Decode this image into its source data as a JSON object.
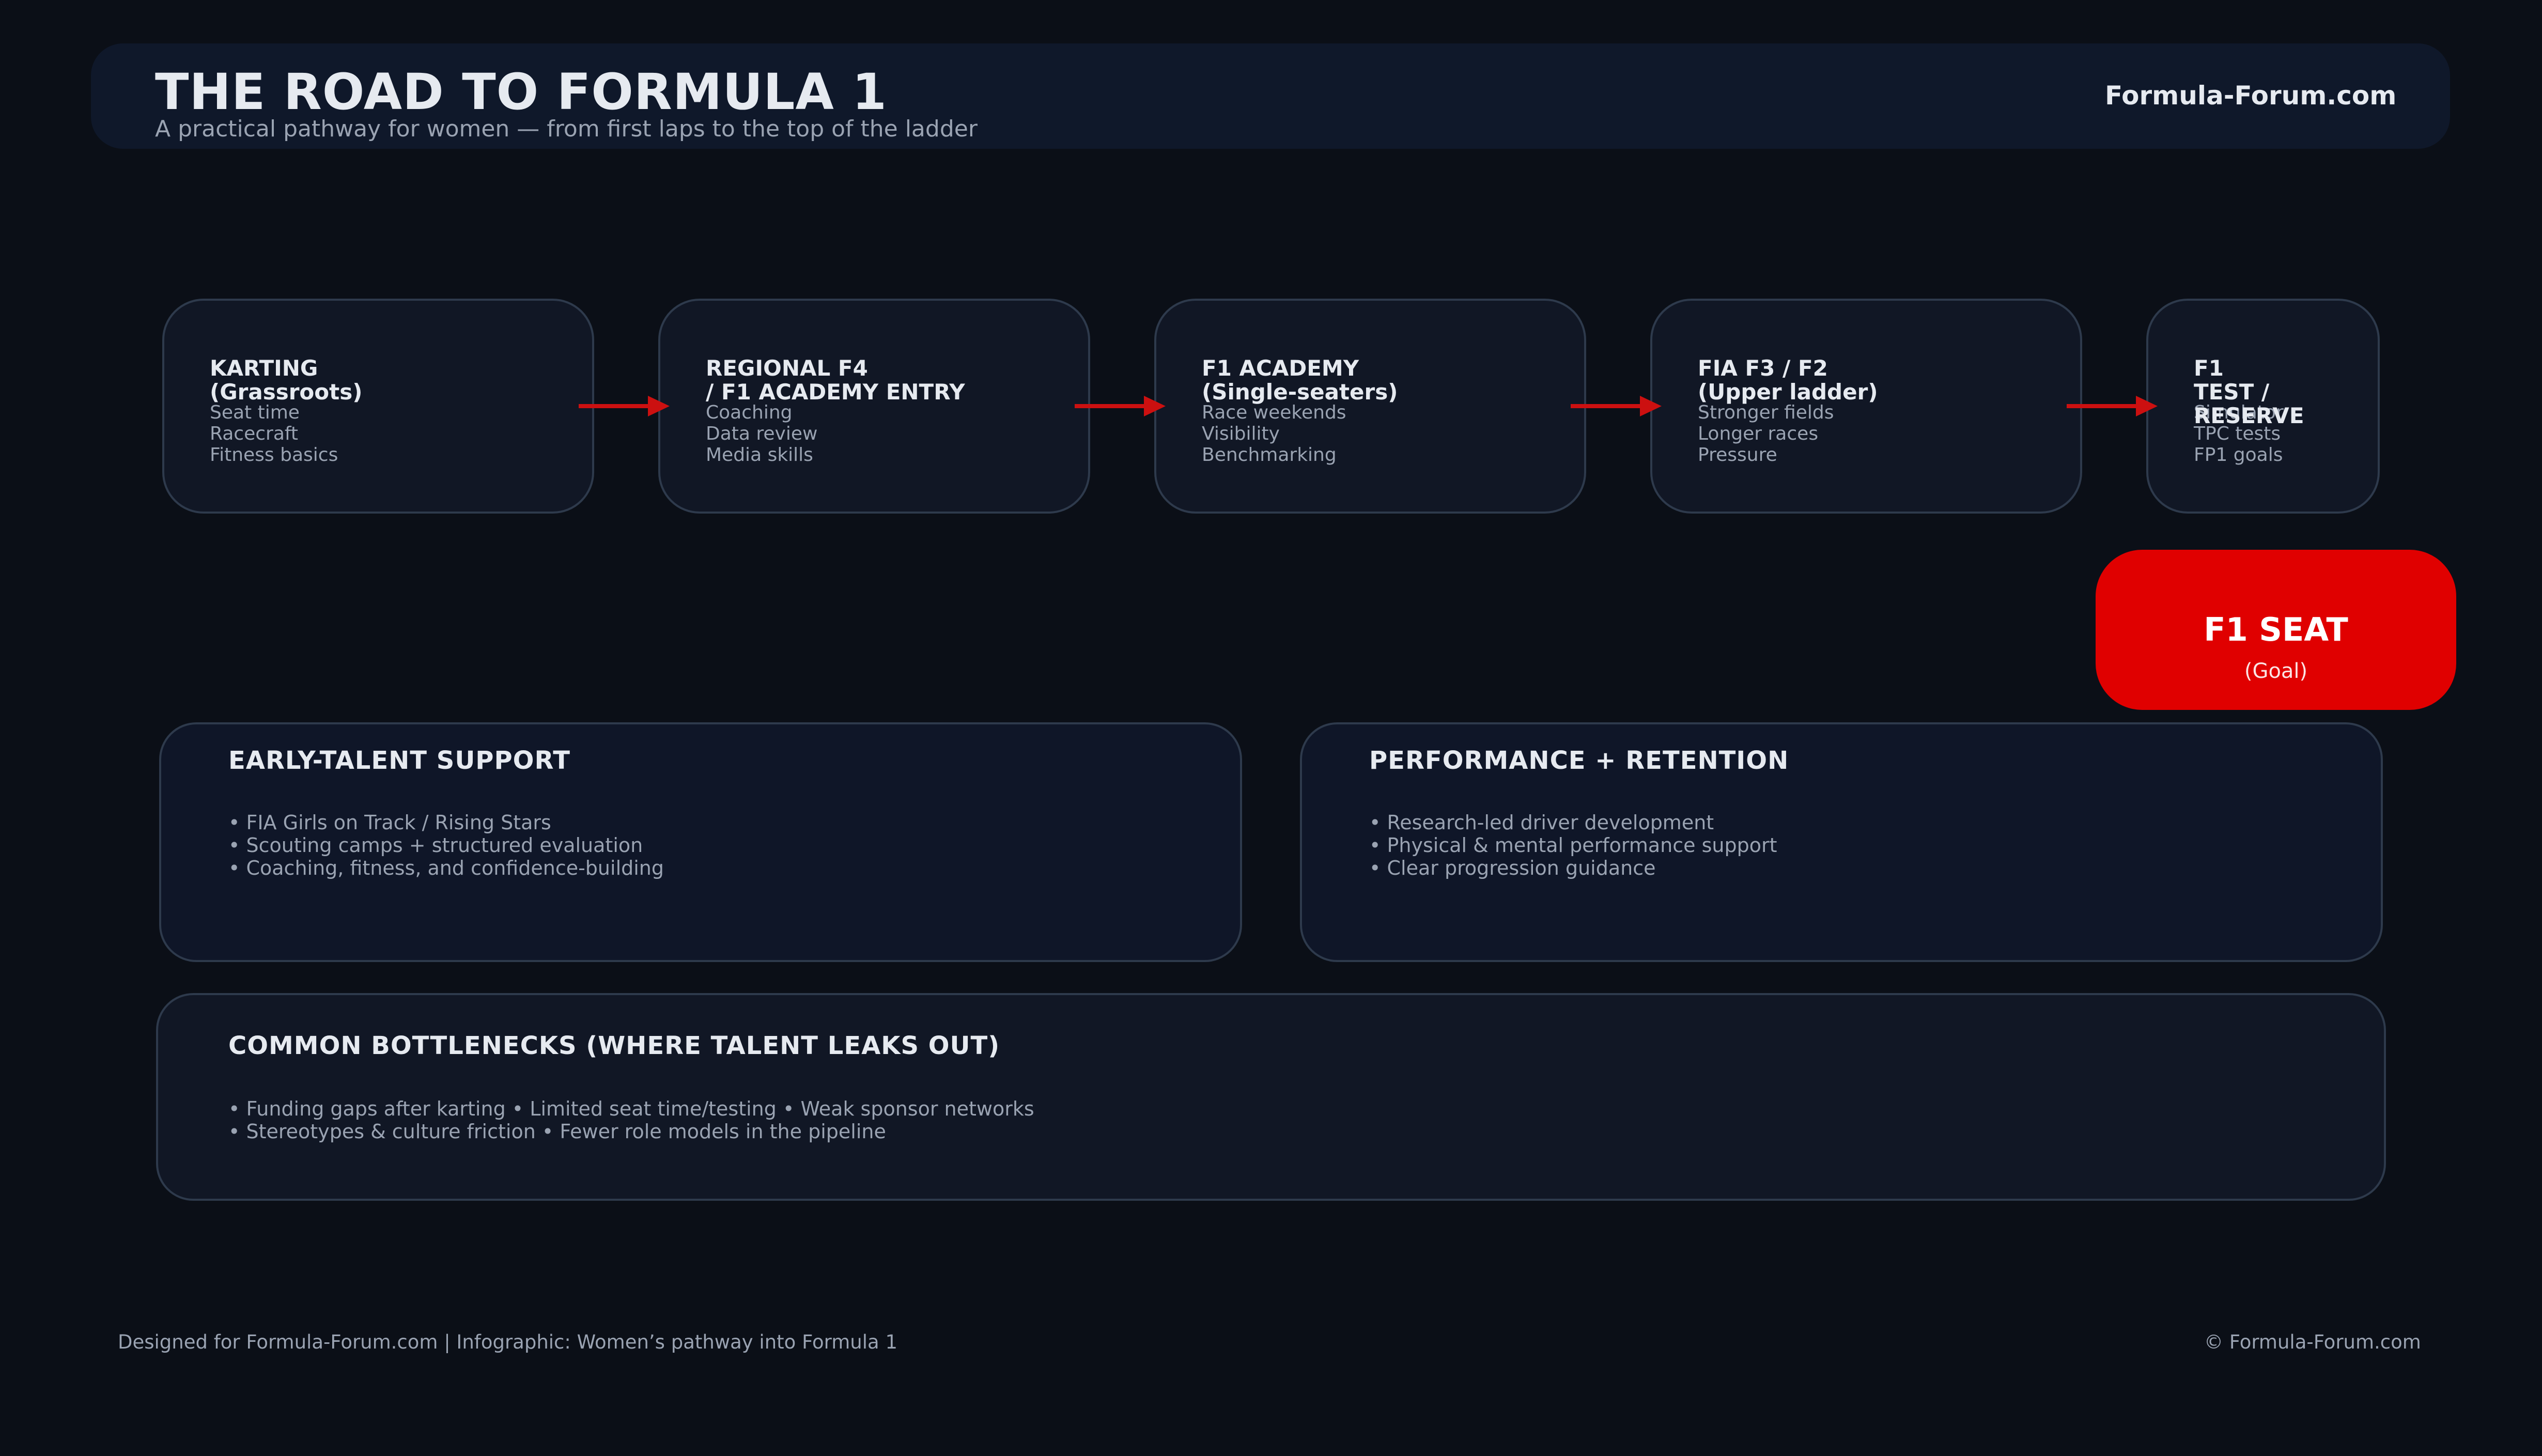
{
  "header": {
    "title": "THE ROAD TO FORMULA 1",
    "subtitle": "A practical pathway for women — from first laps to the top of the ladder",
    "site": "Formula-Forum.com"
  },
  "pathway": [
    {
      "title_lines": [
        "KARTING",
        "(Grassroots)"
      ],
      "items": [
        "Seat time",
        "Racecraft",
        "Fitness basics"
      ]
    },
    {
      "title_lines": [
        "REGIONAL F4",
        "/ F1 ACADEMY ENTRY"
      ],
      "items": [
        "Coaching",
        "Data review",
        "Media skills"
      ]
    },
    {
      "title_lines": [
        "F1 ACADEMY",
        "(Single-seaters)"
      ],
      "items": [
        "Race weekends",
        "Visibility",
        "Benchmarking"
      ]
    },
    {
      "title_lines": [
        "FIA F3 / F2",
        "(Upper ladder)"
      ],
      "items": [
        "Stronger fields",
        "Longer races",
        "Pressure"
      ]
    },
    {
      "title_lines": [
        "F1",
        "TEST /",
        "RESERVE"
      ],
      "items": [
        "Simulator",
        "TPC tests",
        "FP1 goals"
      ]
    }
  ],
  "goal": {
    "title": "F1 SEAT",
    "subtitle": "(Goal)"
  },
  "early_talent": {
    "title": "EARLY-TALENT SUPPORT",
    "items": [
      "• FIA Girls on Track / Rising Stars",
      "• Scouting camps + structured evaluation",
      "• Coaching, fitness, and confidence-building"
    ]
  },
  "performance": {
    "title": "PERFORMANCE + RETENTION",
    "items": [
      "• Research-led driver development",
      "• Physical & mental performance support",
      "• Clear progression guidance"
    ]
  },
  "bottlenecks": {
    "title": "COMMON BOTTLENECKS (WHERE TALENT LEAKS OUT)",
    "lines": [
      "• Funding gaps after karting   • Limited seat time/testing   • Weak sponsor networks",
      "• Stereotypes & culture friction   • Fewer role models in the pipeline"
    ]
  },
  "footer": {
    "left": "Designed for Formula-Forum.com | Infographic: Women’s pathway into Formula 1",
    "right": "© Formula-Forum.com"
  },
  "colors": {
    "background": "#0b0f17",
    "panel": "#0f1628",
    "accent_red": "#e00000",
    "arrow_red": "#cc1010",
    "text_primary": "#e6eaf0",
    "text_secondary": "#9aa3b2"
  }
}
